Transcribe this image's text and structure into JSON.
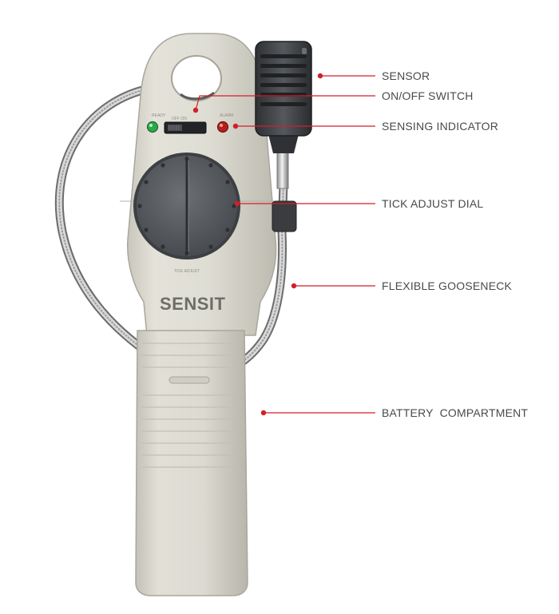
{
  "figure": {
    "brand_logo_text": "SENSIT",
    "led_label_left": "READY",
    "led_label_right": "ALARM",
    "switch_label": "OFF  ON",
    "dial_label": "TICK ADJUST",
    "accent_color": "#d21f2a",
    "led_ready_color": "#2ea84a",
    "led_alarm_color": "#b3211e"
  },
  "callouts": [
    {
      "id": "sensor",
      "label": "SENSOR"
    },
    {
      "id": "onoff",
      "label": "ON/OFF SWITCH"
    },
    {
      "id": "sensing",
      "label": "SENSING INDICATOR"
    },
    {
      "id": "dial",
      "label": "TICK ADJUST DIAL"
    },
    {
      "id": "gooseneck",
      "label": "FLEXIBLE GOOSENECK"
    },
    {
      "id": "battery",
      "label": "BATTERY  COMPARTMENT"
    }
  ]
}
